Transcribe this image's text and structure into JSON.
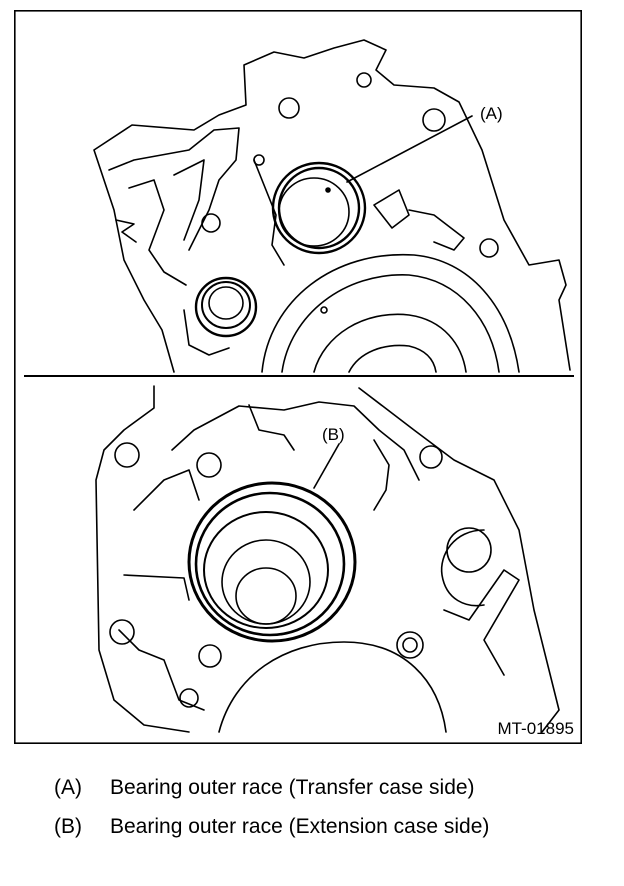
{
  "figure": {
    "code": "MT-01895",
    "callouts": [
      {
        "key": "A",
        "label": "(A)"
      },
      {
        "key": "B",
        "label": "(B)"
      }
    ]
  },
  "legend": [
    {
      "key": "(A)",
      "text": "Bearing outer race (Transfer case side)"
    },
    {
      "key": "(B)",
      "text": "Bearing outer race (Extension case side)"
    }
  ]
}
